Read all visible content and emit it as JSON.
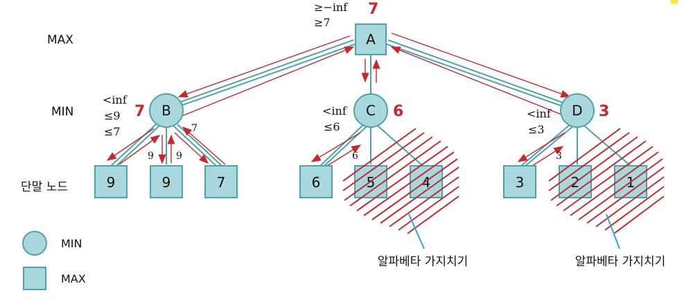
{
  "levels": {
    "max": "MAX",
    "min": "MIN",
    "terminal": "단말 노드"
  },
  "nodes": {
    "A": {
      "label": "A",
      "value": "7",
      "bounds": [
        "≥−inf",
        "≥7"
      ]
    },
    "B": {
      "label": "B",
      "value": "7",
      "bounds": [
        "<inf",
        "≤9",
        "≤7"
      ]
    },
    "C": {
      "label": "C",
      "value": "6",
      "bounds": [
        "<inf",
        "≤6"
      ]
    },
    "D": {
      "label": "D",
      "value": "3",
      "bounds": [
        "<inf",
        "≤3"
      ]
    }
  },
  "leaves": [
    "9",
    "9",
    "7",
    "6",
    "5",
    "4",
    "3",
    "2",
    "1"
  ],
  "edge_labels": {
    "b_left": "9",
    "b_mid": "9",
    "b_right": "7",
    "c_left": "6",
    "d_left": "3"
  },
  "pruning_label": "알파베타 가지치기",
  "legend": {
    "circle": "MIN",
    "square": "MAX"
  },
  "colors": {
    "node_fill": "#a9d8dc",
    "node_stroke": "#4aa3ad",
    "arrow": "#c8272d",
    "pointer": "#2aa6d8"
  }
}
